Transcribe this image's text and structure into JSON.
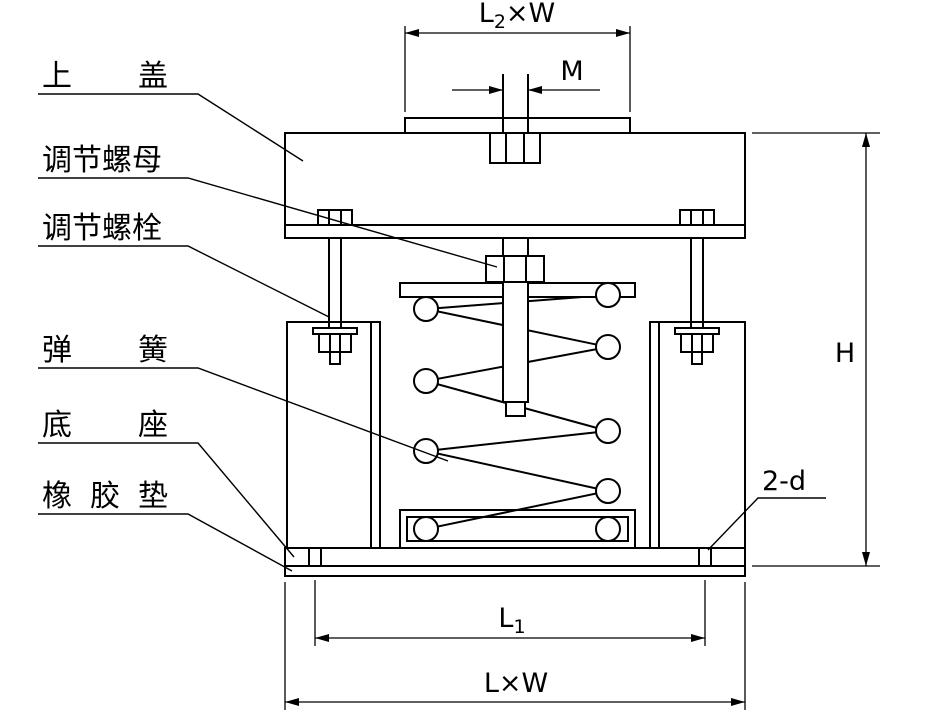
{
  "diagram": {
    "part_labels": {
      "top_cover": "上盖",
      "adjusting_nut": "调节螺母",
      "adjusting_bolt": "调节螺栓",
      "spring": "弹簧",
      "base": "底座",
      "rubber_pad": "橡胶垫"
    },
    "dimensions": {
      "top_width_main": "L",
      "top_width_sub": "2",
      "top_width_rest": "×W",
      "thread": "M",
      "height": "H",
      "holes": "2-d",
      "span_main": "L",
      "span_sub": "1",
      "overall": "L×W"
    },
    "colors": {
      "line": "#000000",
      "background": "#ffffff"
    }
  }
}
